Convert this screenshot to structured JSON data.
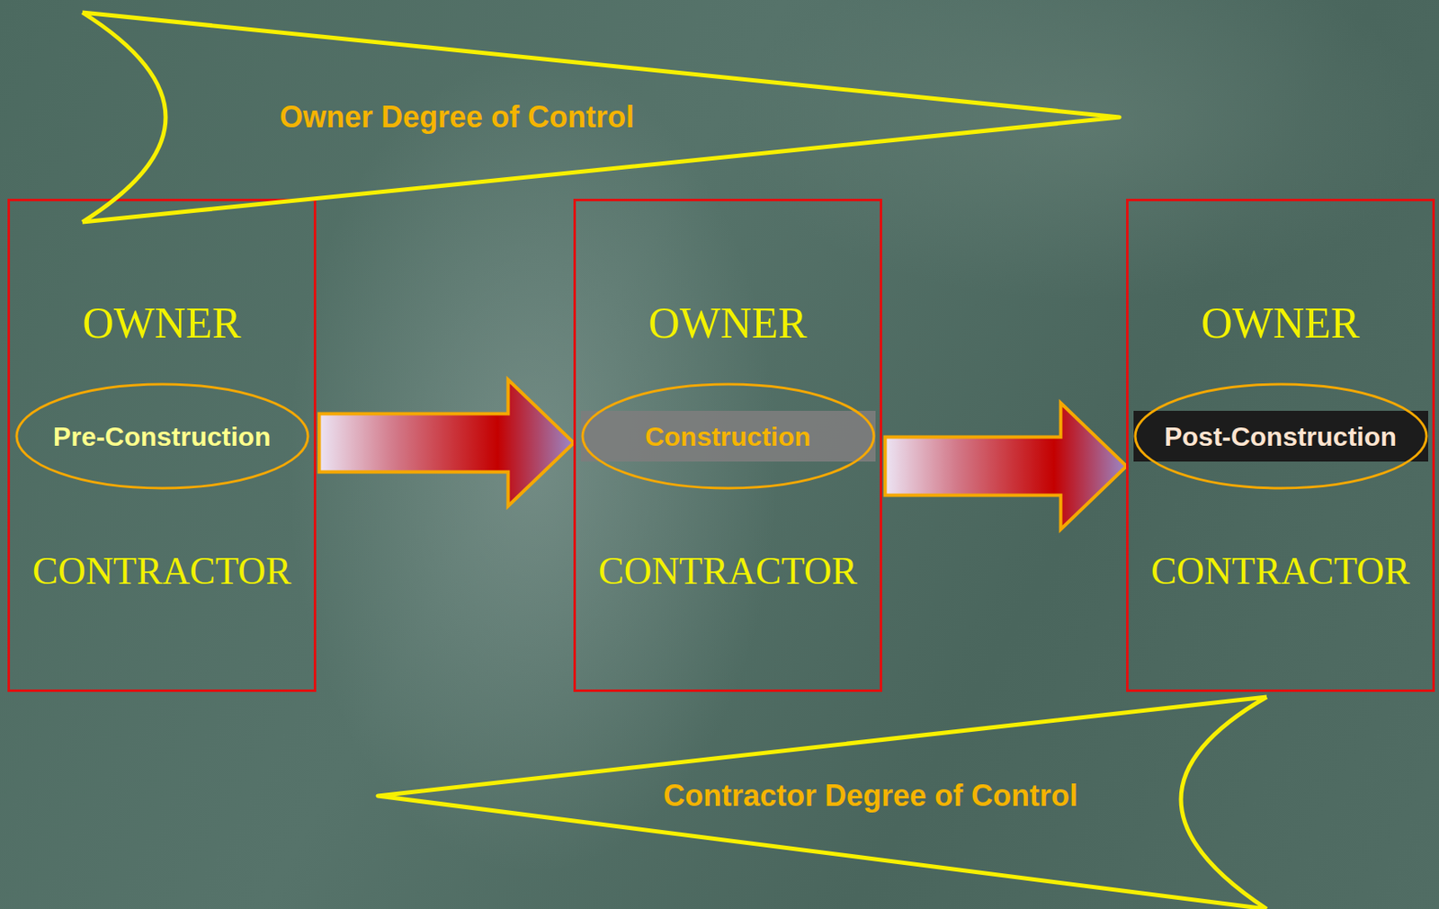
{
  "diagram": {
    "nodes": [
      {
        "text": [
          "Owner Degree of Control"
        ]
      },
      {
        "text": [
          "OWNER",
          "CONTRACTOR"
        ]
      },
      {
        "text": [
          "Pre-Construction"
        ],
        "in": 1
      },
      {
        "text": [
          "OWNER",
          "CONTRACTOR"
        ]
      },
      {
        "text": [
          "Construction"
        ],
        "in": 3
      },
      {
        "text": [
          "OWNER",
          "CONTRACTOR"
        ]
      },
      {
        "text": [
          "Post-Construction"
        ],
        "in": 5
      },
      {
        "text": [
          "Contractor Degree of Control"
        ]
      }
    ],
    "edges": [
      {
        "from": 2,
        "to": 4,
        "arrow": "to"
      },
      {
        "from": 4,
        "to": 6,
        "arrow": "to"
      }
    ]
  }
}
